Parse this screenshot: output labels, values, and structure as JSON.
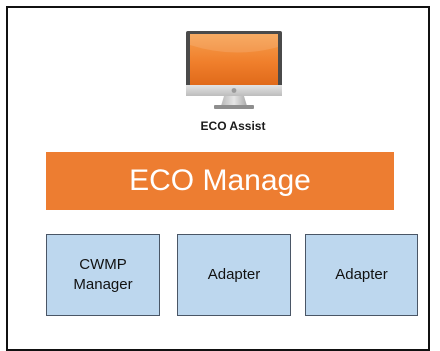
{
  "top_node": {
    "icon": "desktop-monitor-icon",
    "label": "ECO Assist"
  },
  "middle_layer": {
    "label": "ECO Manage"
  },
  "bottom_layer": {
    "modules": [
      {
        "label": "CWMP\nManager"
      },
      {
        "label": "Adapter"
      },
      {
        "label": "Adapter"
      }
    ]
  },
  "colors": {
    "accent": "#ed7d31",
    "module_fill": "#bdd7ee",
    "module_border": "#4a5666",
    "frame_border": "#111111",
    "monitor_body": "#5a5a5a",
    "monitor_screen": "#f28a3a"
  }
}
